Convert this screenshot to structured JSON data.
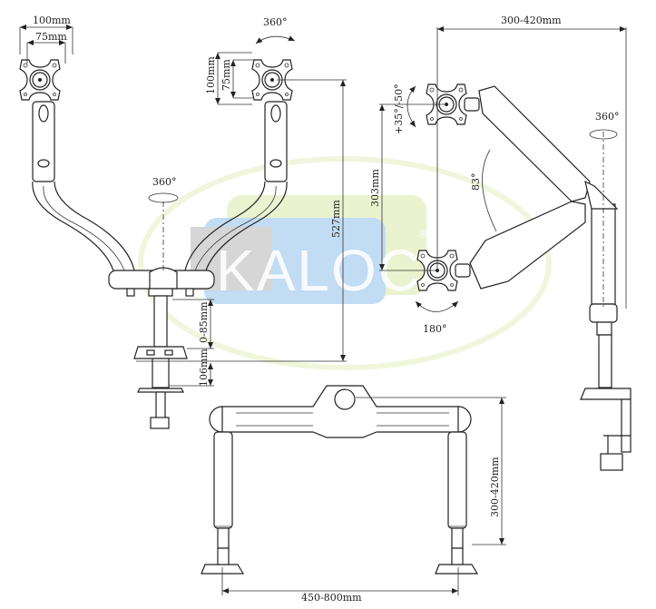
{
  "watermark": {
    "brand": "KALOC",
    "registered": "®"
  },
  "front_view": {
    "vesa_width_large": "100mm",
    "vesa_width_small": "75mm",
    "vesa_height_large": "100mm",
    "vesa_height_small": "75mm",
    "tilt_rotation": "360°",
    "pole_rotation": "360°",
    "max_height": "527mm",
    "height_adjust": "0-85mm",
    "clamp_thickness": "106mm"
  },
  "side_view": {
    "reach": "300-420mm",
    "tilt_range": "+35°/-50°",
    "vertical_travel": "303mm",
    "arm_angle": "83°",
    "swivel": "360°",
    "rotation": "180°"
  },
  "top_view": {
    "depth": "300-420mm",
    "width_range": "450-800mm"
  },
  "colors": {
    "line": "#222222",
    "watermark_green": "#c8dc8c",
    "watermark_blue": "#5aa0dc",
    "watermark_gray": "#999999"
  }
}
